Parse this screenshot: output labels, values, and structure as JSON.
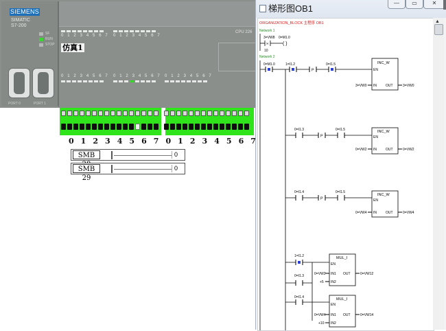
{
  "plc": {
    "brand": "SIEMENS",
    "model_line1": "SIMATIC",
    "model_line2": "S7-200",
    "led_labels": [
      "SF",
      "RUN",
      "STOP"
    ],
    "port_labels": [
      "PORT 0",
      "PORT 1"
    ],
    "cpu_label": "CPU 226",
    "sim_label": "仿真1",
    "bit_digits": "0 1 2 3 4 5 6 7",
    "led_colors": {
      "on": "#3bd62f",
      "off": "#e7e9e8"
    }
  },
  "switches": {
    "numbers": "0 1 2 3 4 5 6 7 0 1 2 3 4   5 6 7 0 1 2 3 4 5 6 7",
    "color": "#30e41b"
  },
  "smb_sliders": [
    {
      "name": "SMB 28",
      "value": "0"
    },
    {
      "name": "SMB 29",
      "value": "0"
    }
  ],
  "ladder": {
    "title": "梯形图OB1",
    "header": "ORGANIZATION_BLOCK 主程序 OB1",
    "network1": {
      "label": "Network 1",
      "contact1_addr": "3=VW8",
      "contact1_op": ">I",
      "contact1_ref": "10",
      "coil_addr": "0=M1.0"
    },
    "network2": {
      "label": "Network 2",
      "row1": {
        "c1": "0=M1.0",
        "c2": "1=I1.2",
        "p": "P",
        "c3": "0=I1.5"
      },
      "row2": {
        "c2": "0=I1.3",
        "p": "P",
        "c3": "0=I1.5"
      },
      "row3": {
        "c2": "0=I1.4",
        "p": "P",
        "c3": "0=I1.5"
      },
      "inc_blocks": [
        {
          "name": "INC_W",
          "en": "EN",
          "in_label": "IN",
          "out_label": "OUT",
          "in_val": "3=VW0",
          "out_val": "3=VW0"
        },
        {
          "name": "INC_W",
          "en": "EN",
          "in_label": "IN",
          "out_label": "OUT",
          "in_val": "0=VW2",
          "out_val": "0=VW2"
        },
        {
          "name": "INC_W",
          "en": "EN",
          "in_label": "IN",
          "out_label": "OUT",
          "in_val": "0=VW4",
          "out_val": "0=VW4"
        }
      ],
      "mul_section": {
        "c_top": "1=I1.2",
        "c_mid": "0=I1.3",
        "c_bot": "0=I1.4",
        "blocks": [
          {
            "name": "MUL_I",
            "en": "EN",
            "in1_label": "IN1",
            "in2_label": "IN2",
            "out_label": "OUT",
            "in1_val": "0=VW2",
            "in2_val": "+5",
            "out_val": "0=VW12"
          },
          {
            "name": "MUL_I",
            "en": "EN",
            "in1_label": "IN1",
            "in2_label": "IN2",
            "out_label": "OUT",
            "in1_val": "0=VW4",
            "in2_val": "+10",
            "out_val": "0=VW14"
          }
        ]
      }
    },
    "colors": {
      "header_red": "#d42020",
      "network_green": "#2a8a2a",
      "active_blue": "#2b3fd6"
    }
  }
}
